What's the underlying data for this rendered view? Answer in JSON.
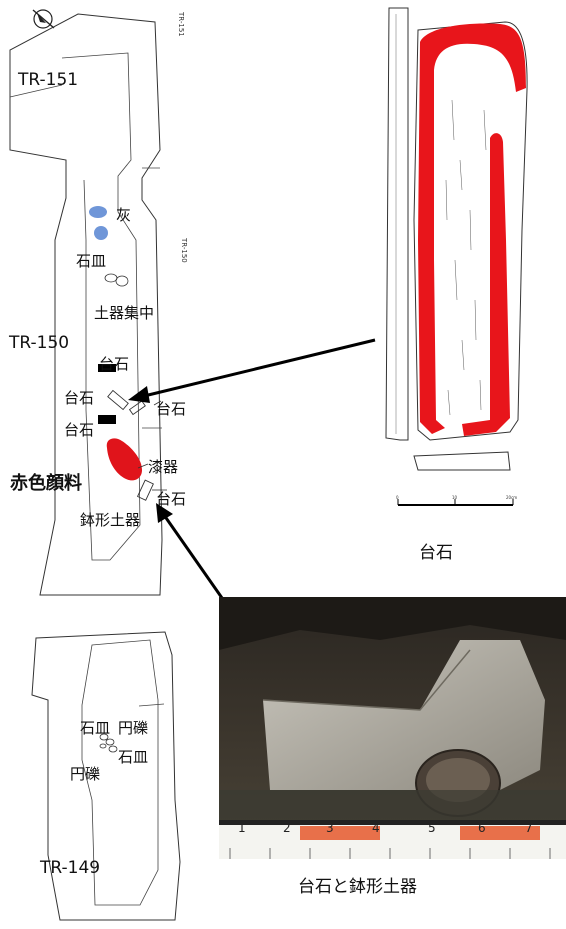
{
  "plan_upper": {
    "trench_labels": {
      "tr151_main": "TR-151",
      "tr151_side": "TR-151",
      "tr150_main": "TR-150",
      "tr150_side": "TR-150"
    },
    "features": {
      "ash": "灰",
      "stone_plate": "石皿",
      "pottery_cluster": "土器集中",
      "anvil_1": "台石",
      "anvil_2": "台石",
      "anvil_3": "台石",
      "anvil_4": "台石",
      "anvil_5": "台石",
      "lacquerware": "漆器",
      "red_pigment": "赤色顔料",
      "bowl_pottery": "鉢形土器"
    },
    "colors": {
      "ash": "#6f96d8",
      "red_pigment": "#e0141b"
    }
  },
  "plan_lower": {
    "trench_label": "TR-149",
    "features": {
      "stone_plate_1": "石皿",
      "round_gravel_1": "円礫",
      "stone_plate_2": "石皿",
      "round_gravel_2": "円礫"
    }
  },
  "drawing": {
    "caption": "台石",
    "scale_ticks": [
      "0",
      "10",
      "20cm"
    ],
    "pigment_color": "#e8151b"
  },
  "photo": {
    "caption": "台石と鉢形土器",
    "ruler_numbers": [
      "1",
      "2",
      "3",
      "4",
      "5",
      "6",
      "7"
    ]
  }
}
